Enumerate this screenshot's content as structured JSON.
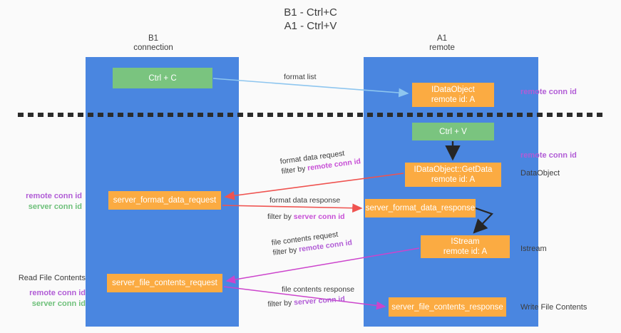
{
  "title": {
    "line1": "B1 - Ctrl+C",
    "line2": "A1 - Ctrl+V"
  },
  "columns": [
    {
      "id": "b1",
      "name": "B1",
      "role": "connection"
    },
    {
      "id": "a1",
      "name": "A1",
      "role": "remote"
    }
  ],
  "nodes": {
    "ctrl_c": {
      "label": "Ctrl + C",
      "sub": "",
      "color": "#7ac47f"
    },
    "idataobject": {
      "label": "IDataObject",
      "sub": "remote id: A",
      "color": "#fbab42"
    },
    "ctrl_v": {
      "label": "Ctrl + V",
      "sub": "",
      "color": "#7ac47f"
    },
    "getdata": {
      "label": "IDataObject::GetData",
      "sub": "remote id: A",
      "color": "#fbab42"
    },
    "server_format_data_request": {
      "label": "server_format_data_request",
      "color": "#fbab42"
    },
    "server_format_data_response": {
      "label": "server_format_data_response",
      "color": "#fbab42"
    },
    "istream": {
      "label": "IStream",
      "sub": "remote id: A",
      "color": "#fbab42"
    },
    "server_file_contents_request": {
      "label": "server_file_contents_request",
      "color": "#fbab42"
    },
    "server_file_contents_response": {
      "label": "server_file_contents_response",
      "color": "#fbab42"
    }
  },
  "edge_labels": {
    "format_list": "format list",
    "format_data_request": "format data request",
    "format_data_request_filter_prefix": "filter by ",
    "format_data_request_filter_key": "remote conn id",
    "format_data_response": "format data response",
    "format_data_response_filter_prefix": "filter by ",
    "format_data_response_filter_key": "server conn id",
    "file_contents_request": "file contents request",
    "file_contents_request_filter_prefix": "filter by ",
    "file_contents_request_filter_key": "remote conn id",
    "file_contents_response": "file contents response",
    "file_contents_response_filter_prefix": "filter by ",
    "file_contents_response_filter_key": "server conn id"
  },
  "annotations": {
    "remote_conn_id_top": "remote conn id",
    "remote_conn_id_mid": "remote conn id",
    "dataobject": "DataObject",
    "istream": "Istream",
    "write_file_contents": "Write File Contents",
    "read_file_contents": "Read File Contents",
    "left_mid_remote": "remote conn id",
    "left_mid_server": "server conn id",
    "left_bot_remote": "remote conn id",
    "left_bot_server": "server conn id"
  },
  "colors": {
    "lane": "#4a86e0",
    "green_node": "#7ac47f",
    "orange_node": "#fbab42",
    "purple_text": "#b15cd6",
    "magenta_text": "#c74fd6",
    "green_text": "#6ec07a",
    "red_arrow": "#ef5350",
    "magenta_arrow": "#cc44cc",
    "blue_arrow": "#8ec6ef",
    "dark_arrow": "#262626",
    "background": "#fafafa",
    "text": "#3c3c3c"
  }
}
